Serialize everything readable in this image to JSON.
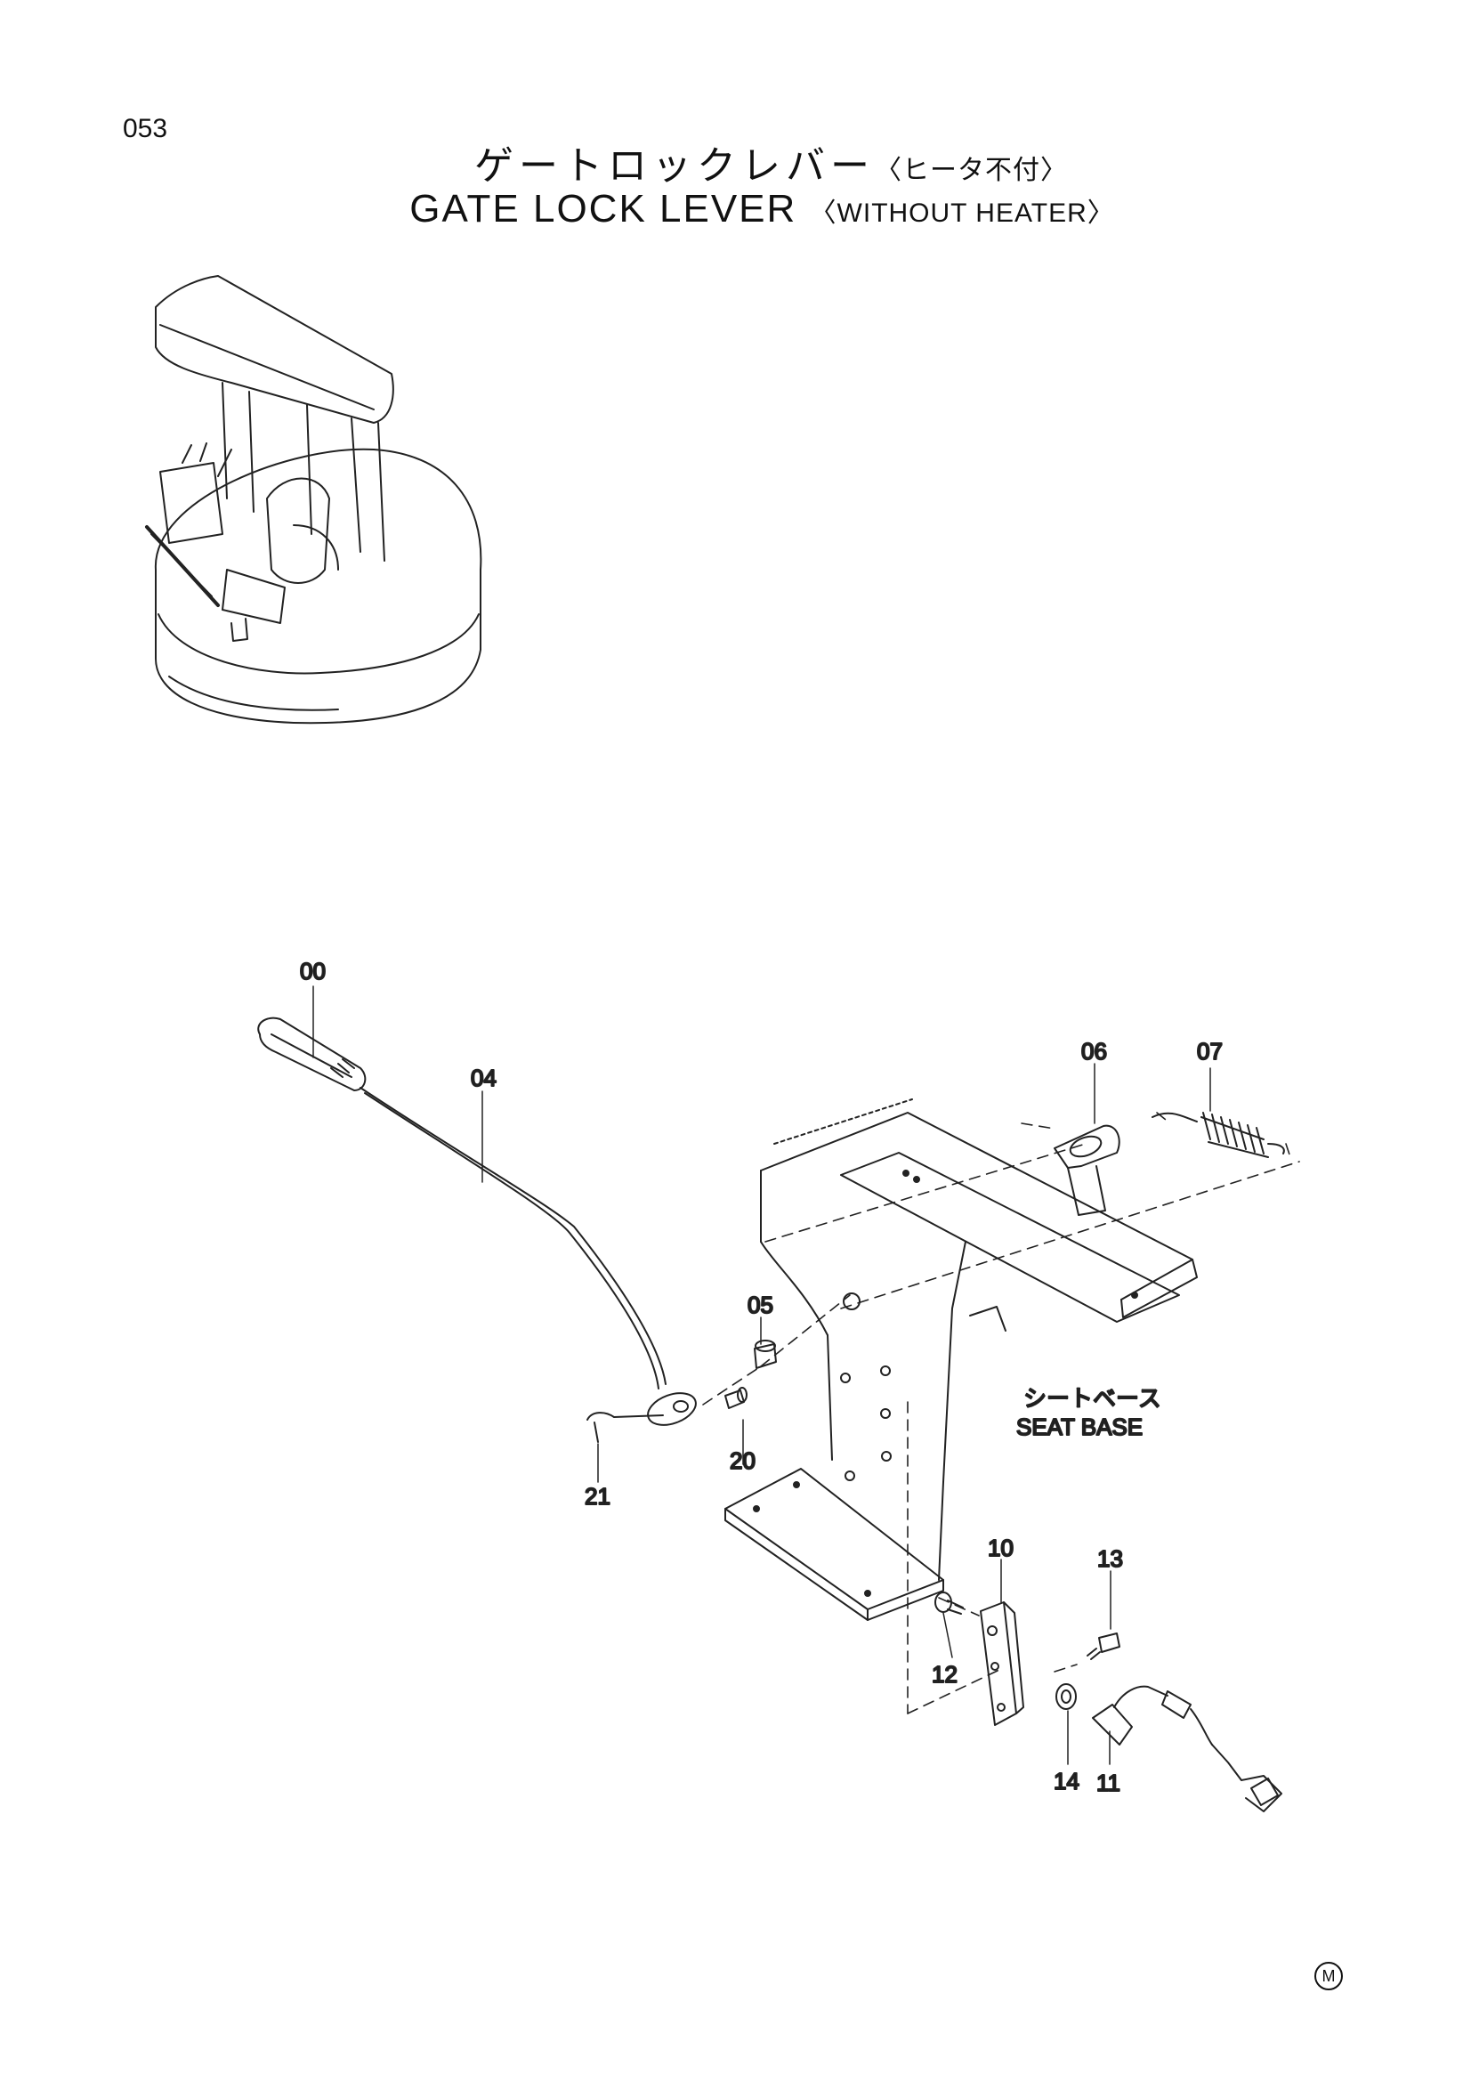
{
  "page_number": "053",
  "title": {
    "jp_main": "ゲートロックレバー",
    "jp_sub": "〈ヒータ不付〉",
    "en_main": "GATE LOCK LEVER",
    "en_sub": "〈WITHOUT HEATER〉"
  },
  "seat_base": {
    "jp": "シートベース",
    "en": "SEAT BASE"
  },
  "callouts": [
    "00",
    "04",
    "05",
    "06",
    "07",
    "10",
    "11",
    "12",
    "13",
    "14",
    "20",
    "21"
  ],
  "footer_mark": "M"
}
